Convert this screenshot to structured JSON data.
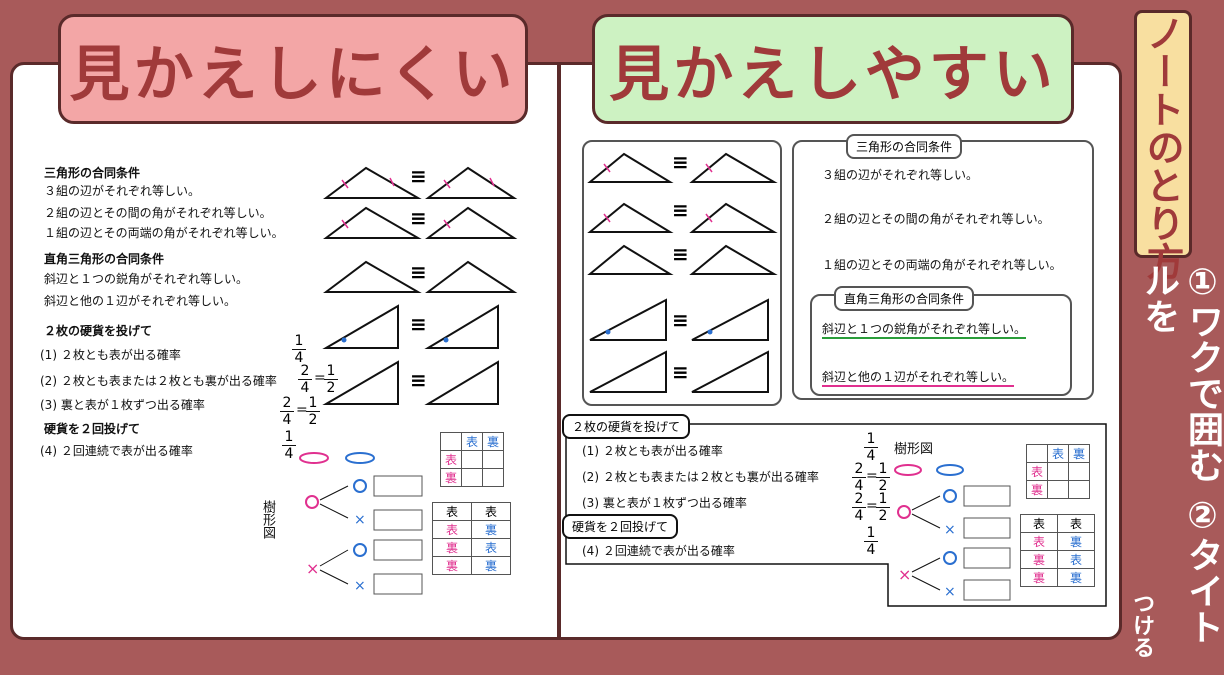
{
  "titles": {
    "bad": "見かえしにくい",
    "good": "見かえしやすい"
  },
  "side": {
    "title": "ノートのとり方",
    "subtitle": "①ワクで囲む ②タイトルを",
    "subtitle_end": "つける"
  },
  "congruence": {
    "title": "三角形の合同条件",
    "items": [
      "３組の辺がそれぞれ等しい。",
      "２組の辺とその間の角がそれぞれ等しい。",
      "１組の辺とその両端の角がそれぞれ等しい。"
    ],
    "right_title": "直角三角形の合同条件",
    "right_items": [
      "斜辺と１つの鋭角がそれぞれ等しい。",
      "斜辺と他の１辺がそれぞれ等しい。"
    ]
  },
  "coins": {
    "title": "２枚の硬貨を投げて",
    "items": [
      "(1) ２枚とも表が出る確率",
      "(2) ２枚とも表または２枚とも裏が出る確率",
      "(3) 裏と表が１枚ずつ出る確率"
    ],
    "title2": "硬貨を２回投げて",
    "item4": "(4) ２回連続で表が出る確率",
    "item1_right": "(1) ２枚とも表が出る確率",
    "item2_right": "(2) ２枚とも表または２枚とも裏が出る確率",
    "item3_right": "(3) 裏と表が１枚ずつ出る確率",
    "item4_right": "(4) ２回連続で表が出る確率"
  },
  "fractions": {
    "a_num": "1",
    "a_den": "4",
    "b_num": "2",
    "b_den": "4",
    "c_num": "1",
    "c_den": "2"
  },
  "tree_label": "樹形図",
  "table": {
    "omote": "表",
    "ura": "裏"
  },
  "equiv": "≡",
  "colors": {
    "mark_pink": "#e0308f",
    "mark_blue": "#2a6fd0",
    "mark_green": "#2a9d3a"
  }
}
